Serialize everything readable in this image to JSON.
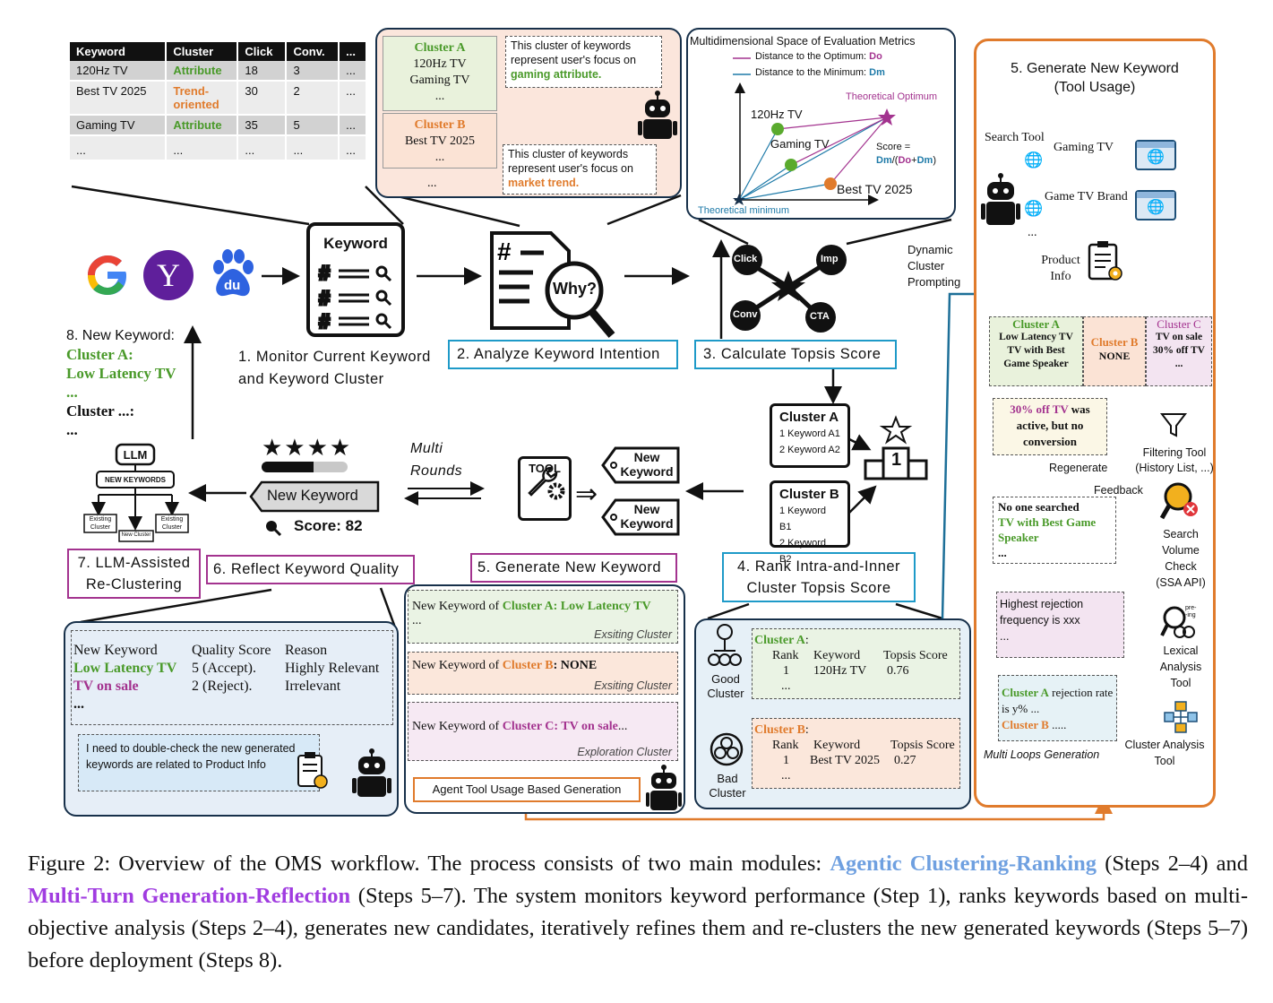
{
  "table": {
    "headers": [
      "Keyword",
      "Cluster",
      "Click",
      "Conv.",
      "..."
    ],
    "rows": [
      [
        "120Hz TV",
        "Attribute",
        "18",
        "3",
        "..."
      ],
      [
        "Best TV 2025",
        "Trend-oriented",
        "30",
        "2",
        "..."
      ],
      [
        "Gaming TV",
        "Attribute",
        "35",
        "5",
        "..."
      ],
      [
        "...",
        "...",
        "...",
        "...",
        "..."
      ]
    ]
  },
  "intent": {
    "cluster_a_title": "Cluster A",
    "cluster_a_items": [
      "120Hz TV",
      "Gaming TV",
      "..."
    ],
    "cluster_b_title": "Cluster B",
    "cluster_b_items": [
      "Best TV 2025",
      "..."
    ],
    "ellipsis": "...",
    "note_a_prefix": "This cluster of keywords represent user's focus on ",
    "note_a_em": "gaming attribute.",
    "note_b_prefix": "This cluster of keywords represent user's focus on ",
    "note_b_em": "market trend."
  },
  "topsis_space": {
    "title": "Multidimensional Space of Evaluation Metrics",
    "legend_do": "Distance to the Optimum: ",
    "legend_do_sym": "Do",
    "legend_dm": "Distance to the Minimum: ",
    "legend_dm_sym": "Dm",
    "optimum": "Theoretical Optimum",
    "minimum": "Theoretical minimum",
    "p1": "120Hz TV",
    "p2": "Gaming TV",
    "p3": "Best TV 2025",
    "score_label": "Score =",
    "score_formula_dm": "Dm",
    "score_formula_mid": "/(",
    "score_formula_do": "Do",
    "score_formula_plus": "+",
    "score_formula_dm2": "Dm",
    "score_formula_end": ")"
  },
  "search_engines": {
    "du": "du"
  },
  "monitor_icon_title": "Keyword",
  "why_label": "Why?",
  "metrics": [
    "Click",
    "Imp",
    "Conv",
    "CTA"
  ],
  "steps": {
    "s1": "1. Monitor Current Keyword\nand Keyword Cluster",
    "s2": "2. Analyze Keyword Intention",
    "s3": "3. Calculate Topsis Score",
    "s4": "4. Rank Intra-and-Inner\nCluster Topsis Score",
    "s5": "5. Generate New Keyword",
    "s6": "6. Reflect Keyword Quality",
    "s7": "7. LLM-Assisted\nRe-Clustering",
    "s8_title": "8. New Keyword:",
    "s8_line1": "Cluster A:",
    "s8_line2": "Low Latency TV",
    "s8_line3": "...",
    "s8_line4": "Cluster ...:",
    "s8_line5": "..."
  },
  "rank_clusters": {
    "a_title": "Cluster A",
    "a_items": [
      "1  Keyword A1",
      "2  Keyword A2"
    ],
    "b_title": "Cluster B",
    "b_items": [
      "1  Keyword B1",
      "2  Keyword B2"
    ],
    "podium": "1"
  },
  "multi_rounds": "Multi\nRounds",
  "tool_label": "TOOL",
  "new_keyword_tag": "New\nKeyword",
  "reflect_card": {
    "label": "New Keyword",
    "score": "Score: 82"
  },
  "llm": {
    "title": "LLM",
    "new_keywords": "NEW KEYWORDS",
    "left": "Existing\nCluster",
    "mid": "New Cluster",
    "right": "Existing\nCluster"
  },
  "dynamic_prompting": "Dynamic\nCluster\nPrompting",
  "tool_panel": {
    "title": "5. Generate New Keyword\n(Tool Usage)",
    "search_tool": "Search Tool",
    "q1": "Gaming TV",
    "q2": "Game TV Brand",
    "dots": "...",
    "product_info": "Product\nInfo",
    "ca_title": "Cluster A",
    "ca_body": "Low Latency TV\nTV with Best\nGame Speaker",
    "cb_title": "Cluster B",
    "cb_body": "NONE",
    "cc_title": "Cluster C",
    "cc_body": "TV on sale\n30% off TV\n...",
    "off_em": "30% off TV",
    "off_rest": " was active, but no conversion",
    "regenerate": "Regenerate",
    "feedback": "Feedback",
    "filter_tool": "Filtering Tool\n(History List, ...)",
    "no_search": "No one searched",
    "no_search_em": "TV with Best Game Speaker",
    "no_search_end": "...",
    "volume_tool": "Search\nVolume\nCheck\n(SSA API)",
    "reject": "Highest rejection frequency is xxx\n...",
    "lexical_tool": "Lexical\nAnalysis\nTool",
    "lexical_icon": "pre-\n-ing",
    "ra_cluster": "Cluster A",
    "ra_text": " rejection rate  is y% ...",
    "rb_cluster": "Cluster B",
    "rb_text": " .....",
    "cluster_tool": "Cluster Analysis\nTool",
    "multi_loops": "Multi Loops Generation"
  },
  "gen_panel": {
    "a_prefix": "New Keyword of ",
    "a_cluster": "Cluster A",
    "a_kw": ": Low Latency TV",
    "a_dots": "...",
    "a_tag": "Exsiting Cluster",
    "b_prefix": "New Keyword of ",
    "b_cluster": "Cluster B",
    "b_kw": ": NONE",
    "b_tag": "Exsiting Cluster",
    "c_prefix": "New Keyword of ",
    "c_cluster": "Cluster C",
    "c_kw": ":  TV on sale",
    "c_dots": "...",
    "c_tag": "Exploration Cluster",
    "agent_box": "Agent Tool Usage Based Generation"
  },
  "reflect_panel": {
    "h1": "New Keyword",
    "h2": "Quality Score",
    "h3": "Reason",
    "r1_kw": "Low Latency TV",
    "r1_score": "5 (Accept).",
    "r1_reason": "Highly Relevant",
    "r2_kw": "TV on sale",
    "r2_score": "2 (Reject).",
    "r2_reason": "Irrelevant",
    "r3": "...",
    "note": "I need to double-check the new generated keywords are related to Product Info"
  },
  "rank_panel": {
    "good": "Good\nCluster",
    "bad": "Bad\nCluster",
    "a_title": "Cluster A",
    "a_colon": ":",
    "a_head": [
      "Rank",
      "Keyword",
      "Topsis Score"
    ],
    "a_row": [
      "1",
      "120Hz TV",
      "0.76"
    ],
    "a_dots": "...",
    "b_title": "Cluster B",
    "b_colon": ":",
    "b_head": [
      "Rank",
      "Keyword",
      "Topsis Score"
    ],
    "b_row": [
      "1",
      "Best TV 2025",
      "0.27"
    ],
    "b_dots": "..."
  },
  "caption": {
    "p1": "Figure 2: Overview of the OMS workflow. The process consists of two main modules: ",
    "agentic": "Agentic Clustering-Ranking",
    "p2": " (Steps 2–4) and ",
    "multi": "Multi-Turn Generation-Reflection",
    "p3": " (Steps 5–7). The system monitors keyword performance (Step 1), ranks keywords based on multi-objective analysis (Steps 2–4), generates new candidates, iteratively refines them and re-clusters the new generated keywords (Steps 5–7) before deployment (Steps 8)."
  },
  "colors": {
    "green": "#4a9a2a",
    "orange": "#e07b2c",
    "purple": "#a3338f",
    "teal": "#1e9ac8",
    "dark": "#17304a",
    "agentic": "#6fa0e0",
    "multi": "#a03ce0"
  }
}
